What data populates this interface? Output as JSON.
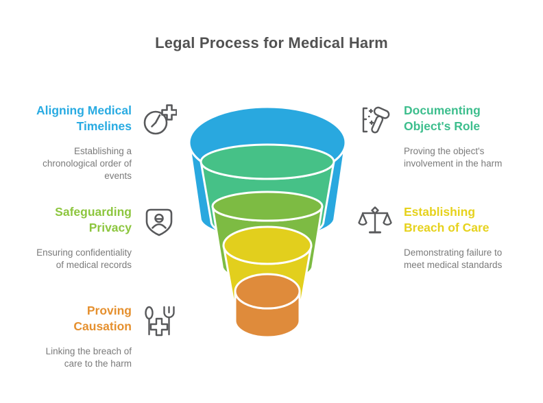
{
  "title": "Legal Process for Medical Harm",
  "text_colors": {
    "title": "#515151",
    "description": "#7A7A7A",
    "icon_stroke": "#58595B"
  },
  "funnel": {
    "layers": [
      {
        "stage": "stage-1",
        "color": "#29A8DF"
      },
      {
        "stage": "stage-2",
        "color": "#46C187"
      },
      {
        "stage": "stage-3",
        "color": "#7DBB43"
      },
      {
        "stage": "stage-4",
        "color": "#E2CF1D"
      },
      {
        "stage": "stage-5",
        "color": "#DF8B3B"
      }
    ]
  },
  "left_items": [
    {
      "heading": "Aligning Medical\nTimelines",
      "heading_color": "#29ABE2",
      "description": "Establishing a\nchronological order of\nevents",
      "icon": "clock-plus-icon"
    },
    {
      "heading": "Safeguarding\nPrivacy",
      "heading_color": "#8DC63F",
      "description": "Ensuring confidentiality\nof medical records",
      "icon": "shield-person-icon"
    },
    {
      "heading": "Proving\nCausation",
      "heading_color": "#E5902F",
      "description": "Linking the breach of\ncare to the harm",
      "icon": "medical-utensils-icon"
    }
  ],
  "right_items": [
    {
      "heading": "Documenting\nObject's Role",
      "heading_color": "#3DBE8D",
      "description": "Proving the object's\ninvolvement in the harm",
      "icon": "gavel-icon"
    },
    {
      "heading": "Establishing\nBreach of Care",
      "heading_color": "#E6D21D",
      "description": "Demonstrating failure to\nmeet medical standards",
      "icon": "scales-icon"
    }
  ]
}
